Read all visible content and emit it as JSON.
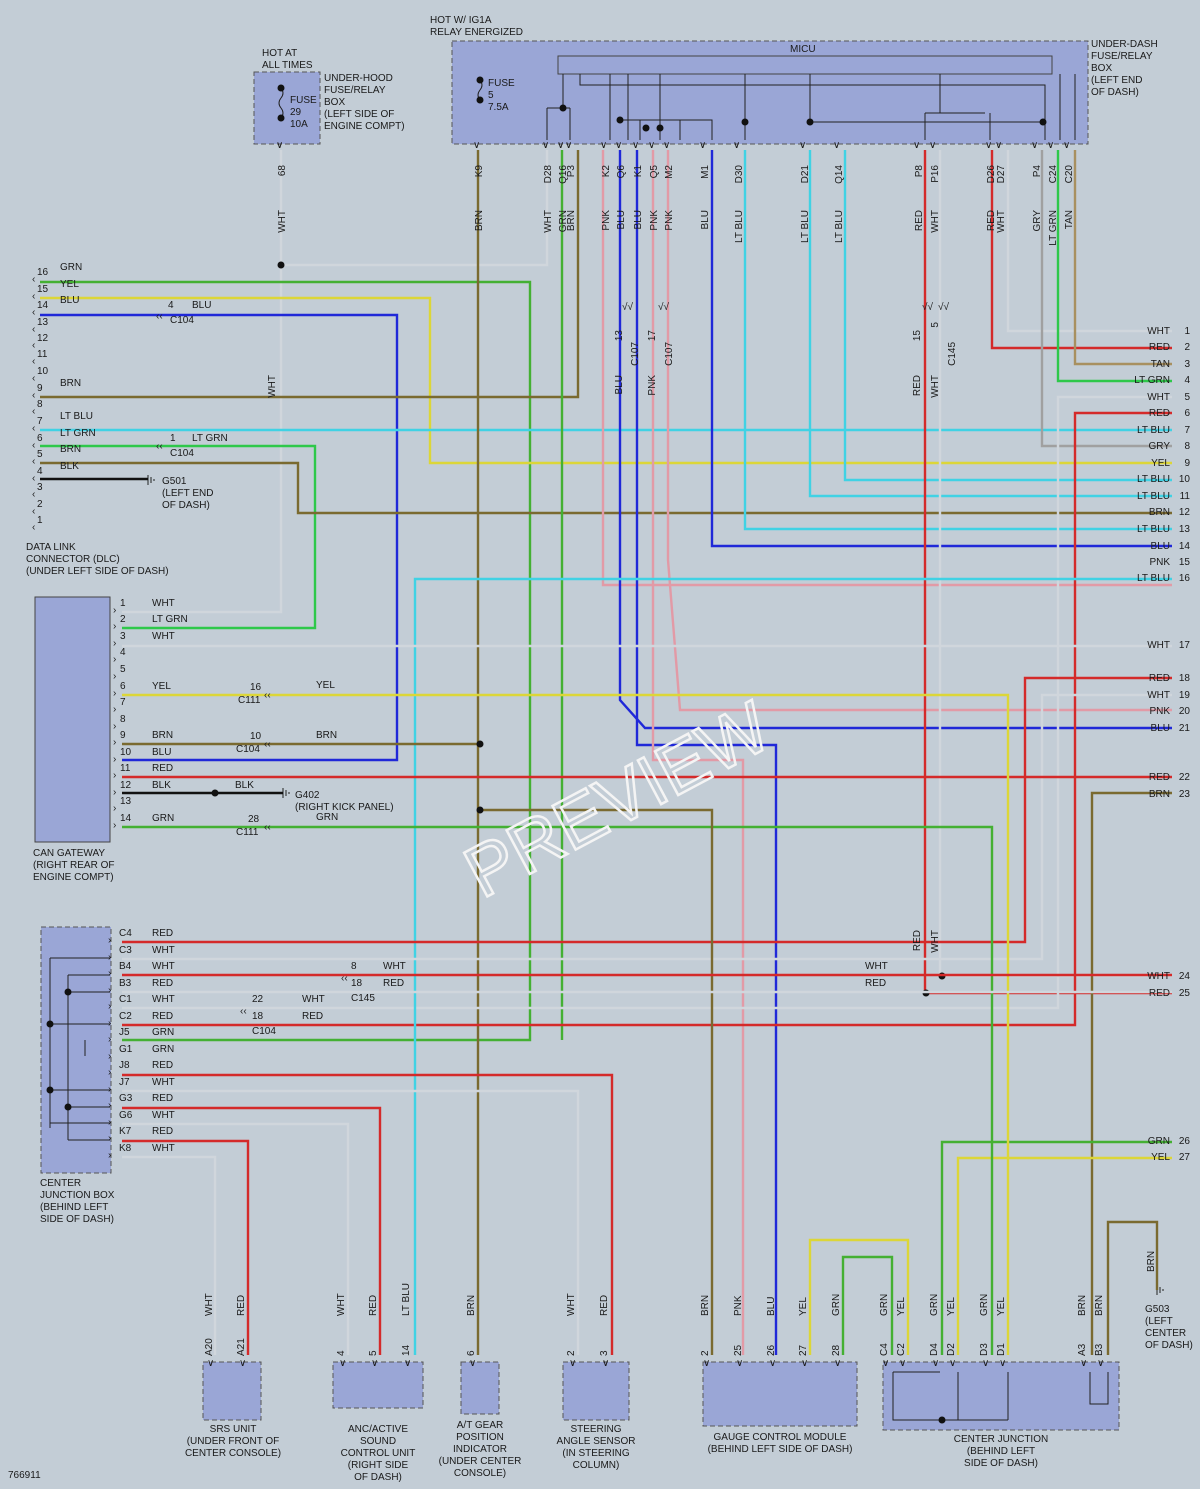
{
  "figure_id": "766911",
  "watermark": "PREVIEW",
  "colors": {
    "WHT": "#d0d6dc",
    "RED": "#d42a2a",
    "GRN": "#44b033",
    "YEL": "#dcd638",
    "BLU": "#2028d8",
    "LT BLU": "#40d2e4",
    "LT GRN": "#2ec84a",
    "BRN": "#7a6a30",
    "PNK": "#e29aa6",
    "TAN": "#a89060",
    "GRY": "#a0a0a0",
    "BLK": "#111111"
  },
  "labels": {
    "hot_at_all_times": [
      "HOT AT",
      "ALL TIMES"
    ],
    "hot_ig1a": [
      "HOT W/ IG1A",
      "RELAY ENERGIZED"
    ],
    "underhood_box": [
      "UNDER-HOOD",
      "FUSE/RELAY",
      "BOX",
      "(LEFT SIDE OF",
      "ENGINE COMPT)"
    ],
    "underdash_box": [
      "UNDER-DASH",
      "FUSE/RELAY",
      "BOX",
      "(LEFT END",
      "OF DASH)"
    ],
    "micu": "MICU",
    "fuse29": [
      "FUSE",
      "29",
      "10A"
    ],
    "fuse5": [
      "FUSE",
      "5",
      "7.5A"
    ],
    "dlc": [
      "DATA LINK",
      "CONNECTOR (DLC)",
      "(UNDER LEFT SIDE OF DASH)"
    ],
    "can_gateway": [
      "CAN GATEWAY",
      "(RIGHT REAR OF",
      "ENGINE COMPT)"
    ],
    "center_junction_box": [
      "CENTER",
      "JUNCTION BOX",
      "(BEHIND LEFT",
      "SIDE OF DASH)"
    ],
    "g501": [
      "G501",
      "(LEFT END",
      "OF DASH)"
    ],
    "g402": [
      "G402",
      "(RIGHT KICK PANEL)"
    ],
    "g503": [
      "G503",
      "(LEFT",
      "CENTER",
      "OF DASH)"
    ],
    "srs": [
      "SRS UNIT",
      "(UNDER FRONT OF",
      "CENTER CONSOLE)"
    ],
    "anc": [
      "ANC/ACTIVE",
      "SOUND",
      "CONTROL UNIT",
      "(RIGHT SIDE",
      "OF DASH)"
    ],
    "atgear": [
      "A/T GEAR",
      "POSITION",
      "INDICATOR",
      "(UNDER CENTER",
      "CONSOLE)"
    ],
    "steering": [
      "STEERING",
      "ANGLE SENSOR",
      "(IN STEERING",
      "COLUMN)"
    ],
    "gauge": [
      "GAUGE CONTROL MODULE",
      "(BEHIND LEFT SIDE OF DASH)"
    ],
    "cj": [
      "CENTER JUNCTION",
      "(BEHIND LEFT",
      "SIDE OF DASH)"
    ]
  },
  "fuse_pin_68": {
    "pin": "68",
    "color": "WHT"
  },
  "micu_pins": [
    {
      "pin": "K9",
      "color": "BRN"
    },
    {
      "pin": "D28",
      "color": "WHT"
    },
    {
      "pin": "Q16",
      "color": "GRN"
    },
    {
      "pin": "P3",
      "color": "BRN"
    },
    {
      "pin": "K2",
      "color": "PNK"
    },
    {
      "pin": "Q6",
      "color": "BLU"
    },
    {
      "pin": "K1",
      "color": "BLU"
    },
    {
      "pin": "Q5",
      "color": "PNK"
    },
    {
      "pin": "M2",
      "color": "PNK"
    },
    {
      "pin": "M1",
      "color": "BLU"
    },
    {
      "pin": "D30",
      "color": "LT BLU"
    },
    {
      "pin": "D21",
      "color": "LT BLU"
    },
    {
      "pin": "Q14",
      "color": "LT BLU"
    },
    {
      "pin": "P8",
      "color": "RED"
    },
    {
      "pin": "P16",
      "color": "WHT"
    },
    {
      "pin": "D26",
      "color": "RED"
    },
    {
      "pin": "D27",
      "color": "WHT"
    },
    {
      "pin": "P4",
      "color": "GRY"
    },
    {
      "pin": "C24",
      "color": "LT GRN"
    },
    {
      "pin": "C20",
      "color": "TAN"
    }
  ],
  "micu_splices": [
    {
      "pins": "13",
      "conn": "C107"
    },
    {
      "pins": "17",
      "conn": "C107"
    },
    {
      "pins": "15",
      "conn": "C145"
    },
    {
      "pins": "5",
      "conn": "C145"
    }
  ],
  "dlc_pins": [
    {
      "pin": "16",
      "color": "GRN"
    },
    {
      "pin": "15",
      "color": "YEL"
    },
    {
      "pin": "14",
      "color": "BLU"
    },
    {
      "pin": "13",
      "color": ""
    },
    {
      "pin": "12",
      "color": ""
    },
    {
      "pin": "11",
      "color": ""
    },
    {
      "pin": "10",
      "color": ""
    },
    {
      "pin": "9",
      "color": "BRN"
    },
    {
      "pin": "8",
      "color": ""
    },
    {
      "pin": "7",
      "color": "LT BLU"
    },
    {
      "pin": "6",
      "color": "LT GRN"
    },
    {
      "pin": "5",
      "color": "BRN"
    },
    {
      "pin": "4",
      "color": "BLK"
    },
    {
      "pin": "3",
      "color": ""
    },
    {
      "pin": "2",
      "color": ""
    },
    {
      "pin": "1",
      "color": ""
    }
  ],
  "dlc_splices": [
    {
      "pin": "4",
      "color": "BLU",
      "conn": "C104"
    },
    {
      "pin": "1",
      "color": "LT GRN",
      "conn": "C104"
    }
  ],
  "can_pins": [
    {
      "pin": "1",
      "color": "WHT"
    },
    {
      "pin": "2",
      "color": "LT GRN"
    },
    {
      "pin": "3",
      "color": "WHT"
    },
    {
      "pin": "4",
      "color": ""
    },
    {
      "pin": "5",
      "color": ""
    },
    {
      "pin": "6",
      "color": "YEL"
    },
    {
      "pin": "7",
      "color": ""
    },
    {
      "pin": "8",
      "color": ""
    },
    {
      "pin": "9",
      "color": "BRN"
    },
    {
      "pin": "10",
      "color": "BLU"
    },
    {
      "pin": "11",
      "color": "RED"
    },
    {
      "pin": "12",
      "color": "BLK"
    },
    {
      "pin": "13",
      "color": ""
    },
    {
      "pin": "14",
      "color": "GRN"
    }
  ],
  "can_splices": [
    {
      "pin": "16",
      "conn": "C111",
      "color": "YEL"
    },
    {
      "pin": "10",
      "conn": "C104",
      "color": "BRN"
    },
    {
      "pin": "28",
      "conn": "C111",
      "color": "GRN"
    },
    {
      "pin": "",
      "conn": "",
      "color": "BLK"
    }
  ],
  "cjb_pins": [
    {
      "pin": "C4",
      "color": "RED"
    },
    {
      "pin": "C3",
      "color": "WHT"
    },
    {
      "pin": "B4",
      "color": "WHT"
    },
    {
      "pin": "B3",
      "color": "RED"
    },
    {
      "pin": "C1",
      "color": "WHT"
    },
    {
      "pin": "C2",
      "color": "RED"
    },
    {
      "pin": "J5",
      "color": "GRN"
    },
    {
      "pin": "G1",
      "color": "GRN"
    },
    {
      "pin": "J8",
      "color": "RED"
    },
    {
      "pin": "J7",
      "color": "WHT"
    },
    {
      "pin": "G3",
      "color": "RED"
    },
    {
      "pin": "G6",
      "color": "WHT"
    },
    {
      "pin": "K7",
      "color": "RED"
    },
    {
      "pin": "K8",
      "color": "WHT"
    }
  ],
  "cjb_splices": [
    {
      "pin": "8",
      "color": "WHT",
      "conn": ""
    },
    {
      "pin": "18",
      "color": "RED",
      "conn": "C145"
    },
    {
      "pin": "22",
      "color": "WHT",
      "conn": ""
    },
    {
      "pin": "18",
      "color": "RED",
      "conn": "C104"
    }
  ],
  "right_pins": [
    {
      "pin": "1",
      "color": "WHT"
    },
    {
      "pin": "2",
      "color": "RED"
    },
    {
      "pin": "3",
      "color": "TAN"
    },
    {
      "pin": "4",
      "color": "LT GRN"
    },
    {
      "pin": "5",
      "color": "WHT"
    },
    {
      "pin": "6",
      "color": "RED"
    },
    {
      "pin": "7",
      "color": "LT BLU"
    },
    {
      "pin": "8",
      "color": "GRY"
    },
    {
      "pin": "9",
      "color": "YEL"
    },
    {
      "pin": "10",
      "color": "LT BLU"
    },
    {
      "pin": "11",
      "color": "LT BLU"
    },
    {
      "pin": "12",
      "color": "BRN"
    },
    {
      "pin": "13",
      "color": "LT BLU"
    },
    {
      "pin": "14",
      "color": "BLU"
    },
    {
      "pin": "15",
      "color": "PNK"
    },
    {
      "pin": "16",
      "color": "LT BLU"
    },
    {
      "pin": "17",
      "color": "WHT"
    },
    {
      "pin": "18",
      "color": "RED"
    },
    {
      "pin": "19",
      "color": "WHT"
    },
    {
      "pin": "20",
      "color": "PNK"
    },
    {
      "pin": "21",
      "color": "BLU"
    },
    {
      "pin": "22",
      "color": "RED"
    },
    {
      "pin": "23",
      "color": "BRN"
    },
    {
      "pin": "24",
      "color": "WHT"
    },
    {
      "pin": "25",
      "color": "RED"
    },
    {
      "pin": "26",
      "color": "GRN"
    },
    {
      "pin": "27",
      "color": "YEL"
    }
  ],
  "mid_labels": [
    {
      "text": "WHT"
    },
    {
      "text": "RED"
    },
    {
      "text": "RED"
    },
    {
      "text": "WHT"
    },
    {
      "text": "WHT"
    },
    {
      "text": "WHT"
    },
    {
      "text": "WHT"
    },
    {
      "text": "RED"
    }
  ],
  "bottom_pins": [
    {
      "pin": "A20",
      "color": "WHT"
    },
    {
      "pin": "A21",
      "color": "RED"
    },
    {
      "pin": "4",
      "color": "WHT"
    },
    {
      "pin": "5",
      "color": "RED"
    },
    {
      "pin": "14",
      "color": "LT BLU"
    },
    {
      "pin": "6",
      "color": "BRN"
    },
    {
      "pin": "2",
      "color": "WHT"
    },
    {
      "pin": "3",
      "color": "RED"
    },
    {
      "pin": "2",
      "color": "BRN"
    },
    {
      "pin": "25",
      "color": "PNK"
    },
    {
      "pin": "26",
      "color": "BLU"
    },
    {
      "pin": "27",
      "color": "YEL"
    },
    {
      "pin": "28",
      "color": "GRN"
    },
    {
      "pin": "C4",
      "color": "GRN"
    },
    {
      "pin": "C2",
      "color": "YEL"
    },
    {
      "pin": "D4",
      "color": "GRN"
    },
    {
      "pin": "D2",
      "color": "YEL"
    },
    {
      "pin": "D3",
      "color": "GRN"
    },
    {
      "pin": "D1",
      "color": "YEL"
    },
    {
      "pin": "A3",
      "color": "BRN"
    },
    {
      "pin": "B3",
      "color": "BRN"
    },
    {
      "pin": "",
      "color": "BRN"
    }
  ]
}
